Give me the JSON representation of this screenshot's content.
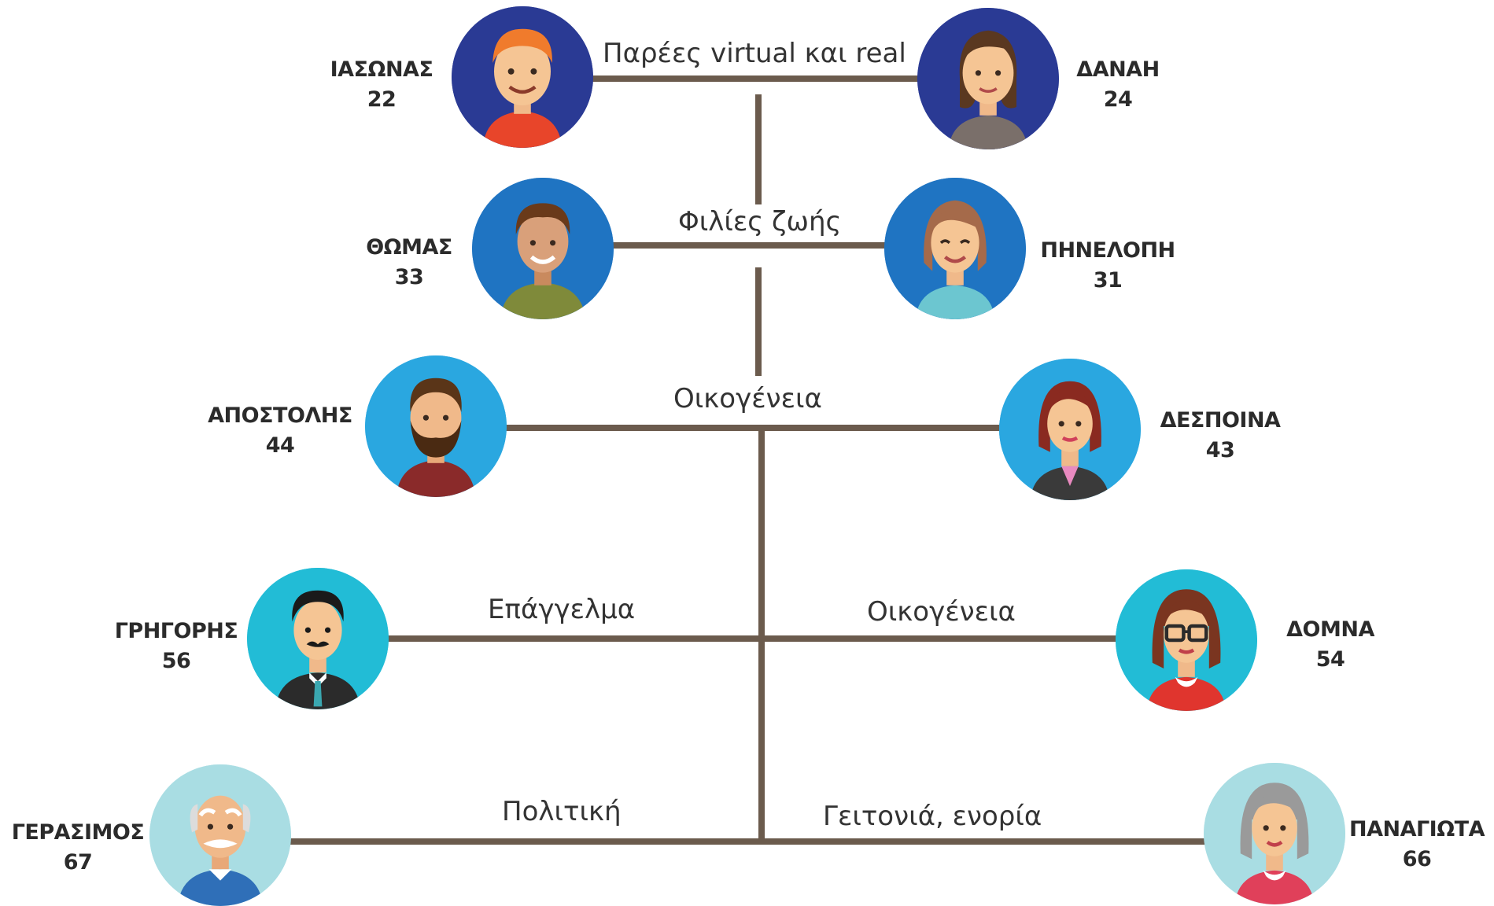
{
  "people": {
    "iasonas": {
      "name": "ΙΑΣΩΝΑΣ",
      "age": "22"
    },
    "dani": {
      "name": "ΔΑΝΑΗ",
      "age": "24"
    },
    "thomas": {
      "name": "ΘΩΜΑΣ",
      "age": "33"
    },
    "pinelopi": {
      "name": "ΠΗΝΕΛΟΠΗ",
      "age": "31"
    },
    "apostolis": {
      "name": "ΑΠΟΣΤΟΛΗΣ",
      "age": "44"
    },
    "despoina": {
      "name": "ΔΕΣΠΟΙΝΑ",
      "age": "43"
    },
    "grigoris": {
      "name": "ΓΡΗΓΟΡΗΣ",
      "age": "56"
    },
    "domna": {
      "name": "ΔΟΜΝΑ",
      "age": "54"
    },
    "gerasimos": {
      "name": "ΓΕΡΑΣΙΜΟΣ",
      "age": "67"
    },
    "panagiota": {
      "name": "ΠΑΝΑΓΙΩΤΑ",
      "age": "66"
    }
  },
  "relations": {
    "row1": "Παρέες virtual και real",
    "row2": "Φιλίες ζωής",
    "row3": "Οικογένεια",
    "row4_left": "Επάγγελμα",
    "row4_right": "Οικογένεια",
    "row5_left": "Πολιτική",
    "row5_right": "Γειτονιά, ενορία"
  },
  "colors": {
    "line": "#6b5b4d",
    "circle_dark_blue": "#2a3a94",
    "circle_mid_blue": "#1f74c2",
    "circle_light_blue": "#2aa7e0",
    "circle_cyan": "#22bcd6",
    "circle_pale": "#a9dde3"
  }
}
